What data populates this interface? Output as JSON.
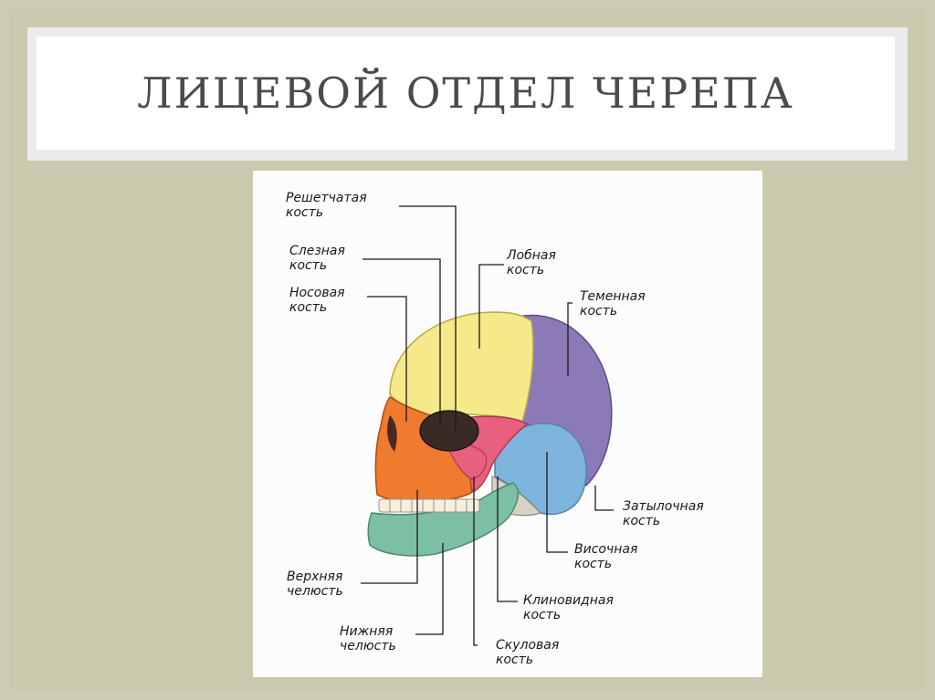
{
  "title": "ЛИЦЕВОЙ ОТДЕЛ ЧЕРЕПА",
  "labels": {
    "ethmoid": [
      "Решетчатая",
      "кость"
    ],
    "lacrimal": [
      "Слезная",
      "кость"
    ],
    "nasal": [
      "Носовая",
      "кость"
    ],
    "frontal": [
      "Лобная",
      "кость"
    ],
    "parietal": [
      "Теменная",
      "кость"
    ],
    "occipital": [
      "Затылочная",
      "кость"
    ],
    "temporal": [
      "Височная",
      "кость"
    ],
    "sphenoid": [
      "Клиновидная",
      "кость"
    ],
    "maxilla": [
      "Верхняя",
      "челюсть"
    ],
    "mandible": [
      "Нижняя",
      "челюсть"
    ],
    "zygomatic": [
      "Скуловая",
      "кость"
    ]
  },
  "colors": {
    "frontal": "#f5e98a",
    "parietal": "#8c79b8",
    "temporal": "#7fb4dc",
    "sphenoid": "#e8607e",
    "maxilla": "#f07a2e",
    "mandible": "#7dbfa4",
    "zygomatic": "#e8607e"
  }
}
